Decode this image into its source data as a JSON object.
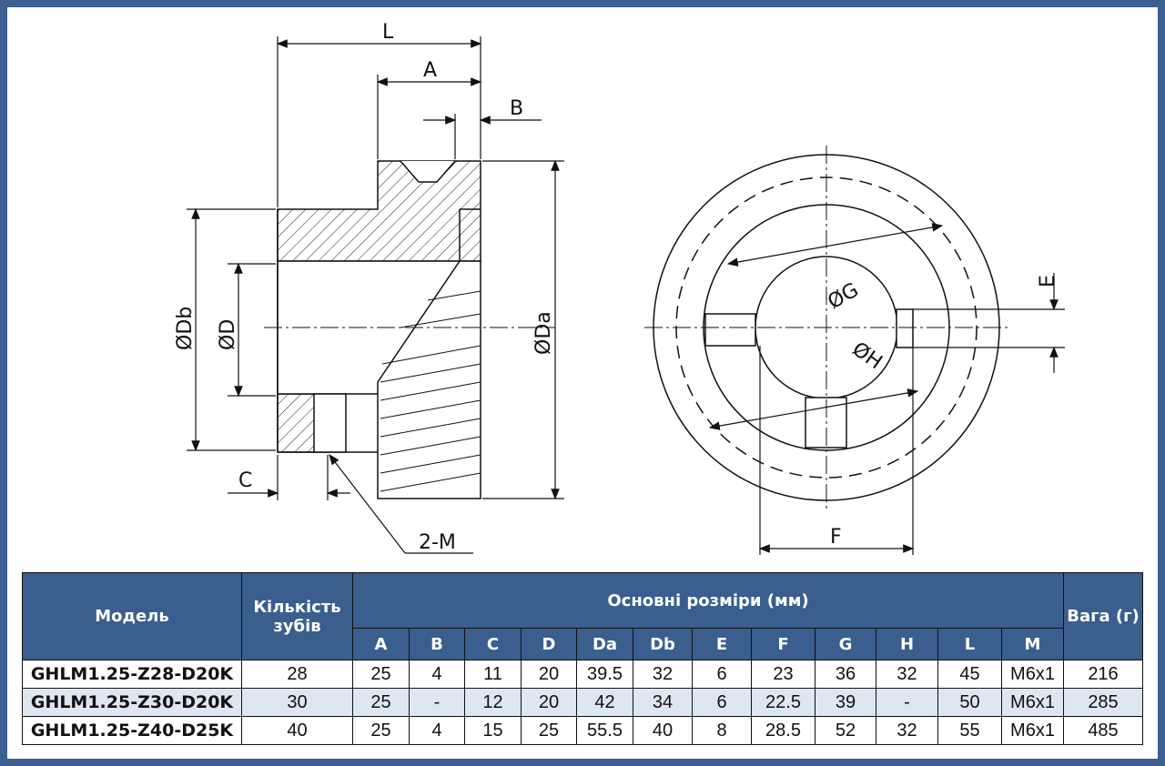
{
  "drawing": {
    "side_view_labels": {
      "L": "L",
      "A": "A",
      "B": "B",
      "Db": "ØDb",
      "D": "ØD",
      "Da": "ØDa",
      "C": "C",
      "M": "2-M"
    },
    "front_view_labels": {
      "E": "E",
      "G": "ØG",
      "H": "ØH",
      "F": "F"
    }
  },
  "table": {
    "headers": {
      "model": "Модель",
      "teeth": "Кількість зубів",
      "dims": "Основні розміри (мм)",
      "weight": "Вага (г)"
    },
    "dim_columns": [
      "A",
      "B",
      "C",
      "D",
      "Da",
      "Db",
      "E",
      "F",
      "G",
      "H",
      "L",
      "M"
    ],
    "rows": [
      {
        "model": "GHLM1.25-Z28-D20K",
        "teeth": "28",
        "dims": [
          "25",
          "4",
          "11",
          "20",
          "39.5",
          "32",
          "6",
          "23",
          "36",
          "32",
          "45",
          "M6x1"
        ],
        "weight": "216"
      },
      {
        "model": "GHLM1.25-Z30-D20K",
        "teeth": "30",
        "dims": [
          "25",
          "-",
          "12",
          "20",
          "42",
          "34",
          "6",
          "22.5",
          "39",
          "-",
          "50",
          "M6x1"
        ],
        "weight": "285"
      },
      {
        "model": "GHLM1.25-Z40-D25K",
        "teeth": "40",
        "dims": [
          "25",
          "4",
          "15",
          "25",
          "55.5",
          "40",
          "8",
          "28.5",
          "52",
          "32",
          "55",
          "M6x1"
        ],
        "weight": "485"
      }
    ]
  },
  "colors": {
    "frame": "#3b5f8e",
    "header": "#3a5e8e",
    "alt_row": "#dde6f1"
  }
}
